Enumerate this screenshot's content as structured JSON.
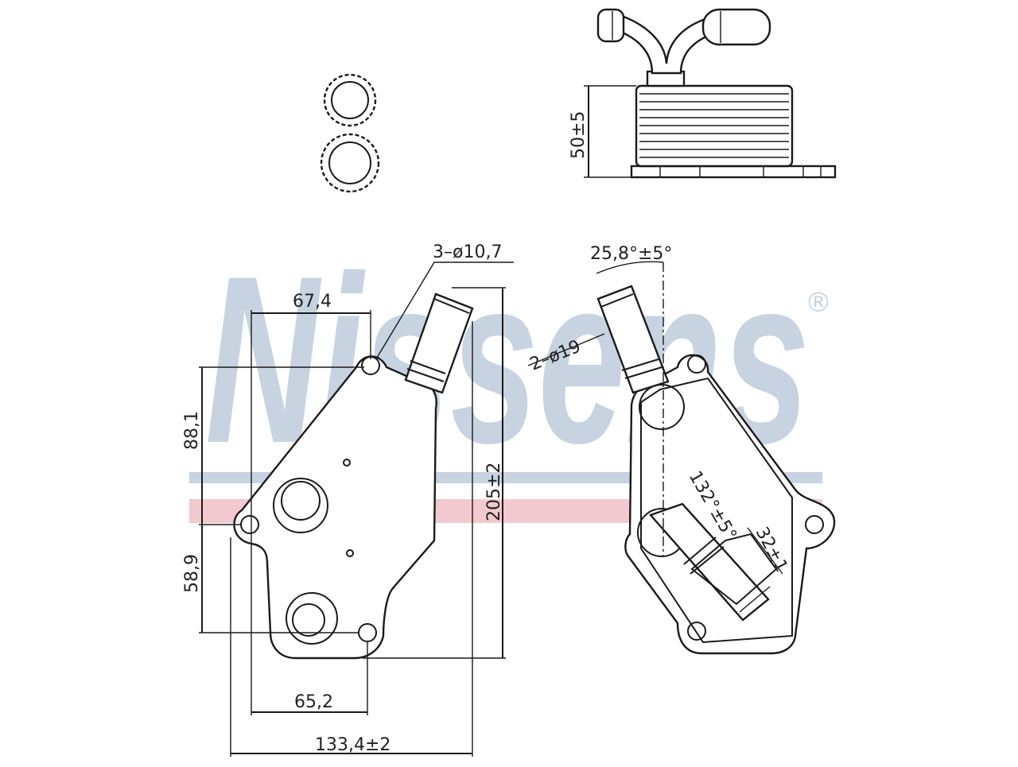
{
  "watermark": {
    "brand": "Nissens",
    "registered": "®",
    "color": "#c7d3e0",
    "stripe_blue": "#c7d3e0",
    "stripe_red": "#f3c9d0"
  },
  "dimensions": {
    "holes": "3–ø10,7",
    "pipe_angle": "25,8°±5°",
    "pipe_dia": "2–ø19",
    "width_top": "67,4",
    "height_upper": "88,1",
    "height_lower": "58,9",
    "total_height": "205±2",
    "width_bottom": "65,2",
    "total_width": "133,4±2",
    "thickness": "50±5",
    "outlet_angle": "132°±5°",
    "outlet_len": "32±1"
  }
}
